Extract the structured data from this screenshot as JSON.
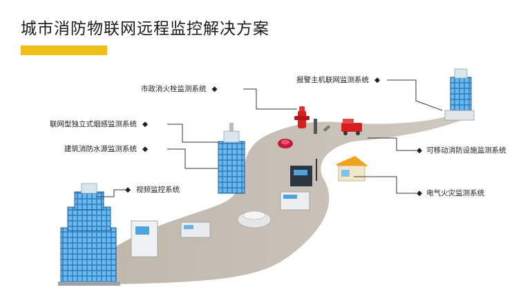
{
  "header": {
    "title": "城市消防物联网远程监控解决方案",
    "accent_color": "#f0bf1a"
  },
  "labels": {
    "hydrant": "市政消火栓监测系统",
    "alarm_host": "报警主机联网监测系统",
    "smoke": "联网型独立式烟感监测系统",
    "water": "建筑消防水源监测系统",
    "video": "视频监控系统",
    "mobile": "可移动消防设施监测系统",
    "electric": "电气火灾监测系统"
  },
  "bullet": "◆",
  "colors": {
    "road": "#c7bfb5",
    "building_glass": "#4a9fd8",
    "leader_line": "#333333"
  }
}
